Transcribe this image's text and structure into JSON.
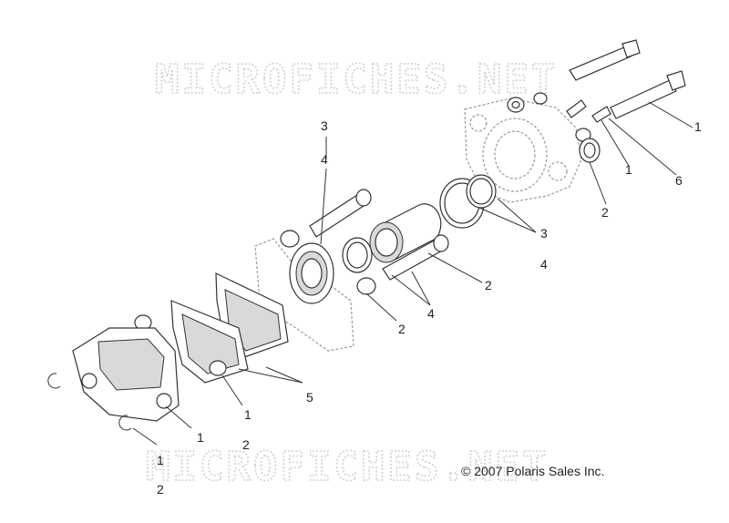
{
  "watermark": {
    "top": "MICROFICHES.NET",
    "bottom": "MICROFICHES.NET"
  },
  "copyright": "© 2007 Polaris Sales Inc.",
  "callouts": {
    "c1": "3",
    "c2": "4",
    "c3": "1",
    "c4": "1",
    "c5": "6",
    "c6": "2",
    "c7": "3",
    "c8": "4",
    "c9": "2",
    "c10": "2",
    "c11": "4",
    "c12": "5",
    "c13": "1",
    "c14": "1",
    "c15": "2",
    "c16": "1",
    "c17": "2"
  }
}
